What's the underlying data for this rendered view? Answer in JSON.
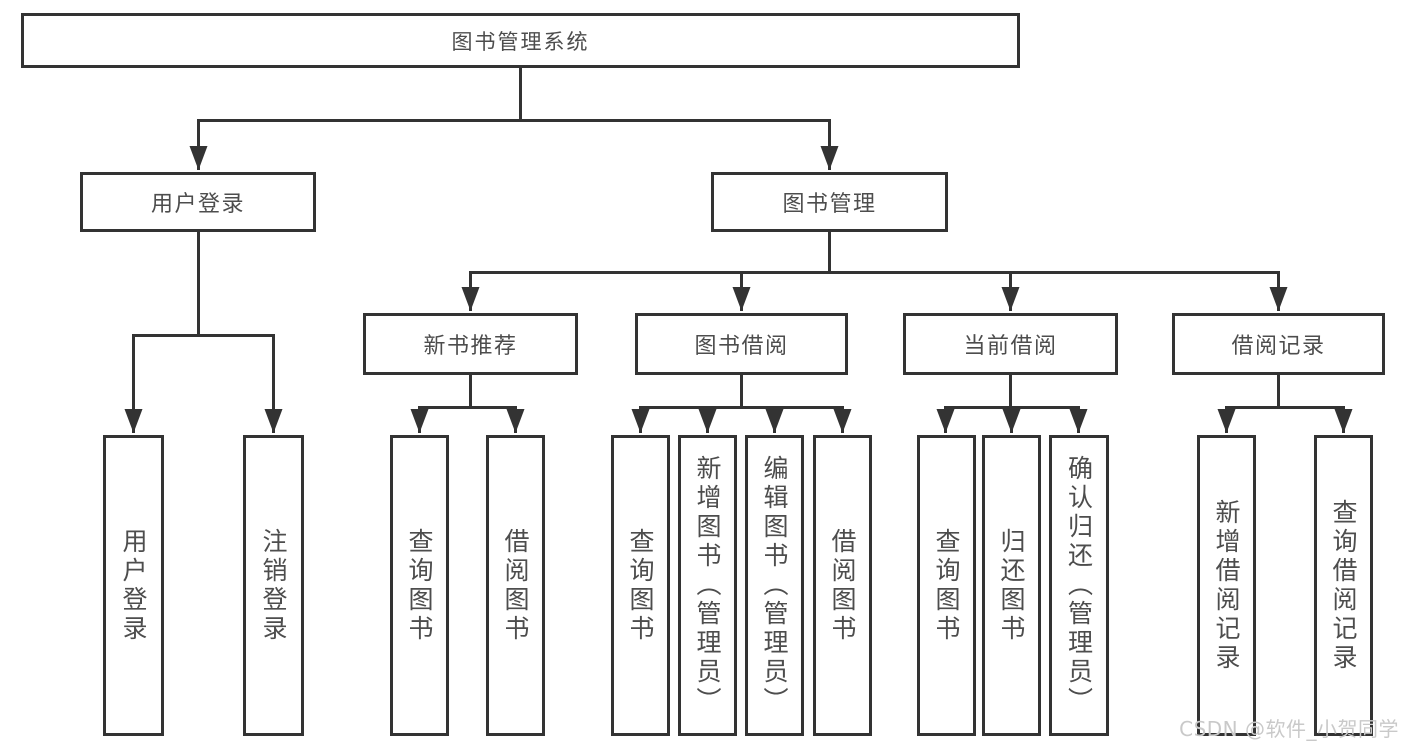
{
  "tree": {
    "label": "图书管理系统",
    "children": [
      {
        "label": "用户登录",
        "children": [
          {
            "label": "用户登录"
          },
          {
            "label": "注销登录"
          }
        ]
      },
      {
        "label": "图书管理",
        "children": [
          {
            "label": "新书推荐",
            "children": [
              {
                "label": "查询图书"
              },
              {
                "label": "借阅图书"
              }
            ]
          },
          {
            "label": "图书借阅",
            "children": [
              {
                "label": "查询图书"
              },
              {
                "label": "新增图书（管理员）"
              },
              {
                "label": "编辑图书（管理员）"
              },
              {
                "label": "借阅图书"
              }
            ]
          },
          {
            "label": "当前借阅",
            "children": [
              {
                "label": "查询图书"
              },
              {
                "label": "归还图书"
              },
              {
                "label": "确认归还（管理员）"
              }
            ]
          },
          {
            "label": "借阅记录",
            "children": [
              {
                "label": "新增借阅记录"
              },
              {
                "label": "查询借阅记录"
              }
            ]
          }
        ]
      }
    ]
  },
  "watermark": {
    "text": "CSDN @软件_小贺同学"
  },
  "colors": {
    "line": "#333333",
    "text": "#4d4d4d",
    "watermark": "#c9c9c9",
    "background": "#ffffff"
  }
}
